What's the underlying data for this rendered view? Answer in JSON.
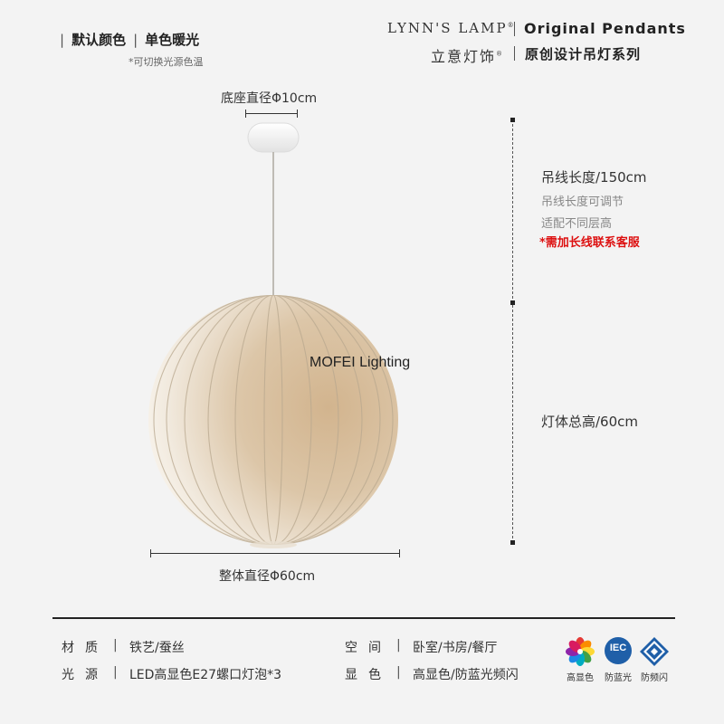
{
  "header": {
    "default_color_label": "默认颜色",
    "default_color_value": "单色暖光",
    "color_note": "*可切换光源色温",
    "brand_en": "LYNN'S LAMP",
    "brand_cn": "立意灯饰",
    "brand_mark": "®",
    "series_en": "Original Pendants",
    "series_cn": "原创设计吊灯系列"
  },
  "dimensions": {
    "base_diameter": "底座直径Φ10cm",
    "cable_length": "吊线长度/150cm",
    "cable_adjustable": "吊线长度可调节",
    "cable_fit": "适配不同层高",
    "cable_note": "*需加长线联系客服",
    "total_height": "灯体总高/60cm",
    "overall_diameter": "整体直径Φ60cm"
  },
  "watermark": "MOFEI Lighting",
  "specs": {
    "separator": "|",
    "material_label": "材质",
    "material_value": "铁艺/蚕丝",
    "light_label": "光源",
    "light_value": "LED高显色E27螺口灯泡*3",
    "space_label": "空间",
    "space_value": "卧室/书房/餐厅",
    "display_label": "显色",
    "display_value": "高显色/防蓝光频闪"
  },
  "badges": [
    {
      "icon": "color-wheel-icon",
      "label": "高显色"
    },
    {
      "icon": "iec-icon",
      "label": "防蓝光",
      "text": "IEC"
    },
    {
      "icon": "diamond-safety-icon",
      "label": "防频闪"
    }
  ],
  "colors": {
    "background": "#f3f3f3",
    "text": "#333333",
    "warning": "#dd1111",
    "badge_blue": "#1f5fa8"
  }
}
